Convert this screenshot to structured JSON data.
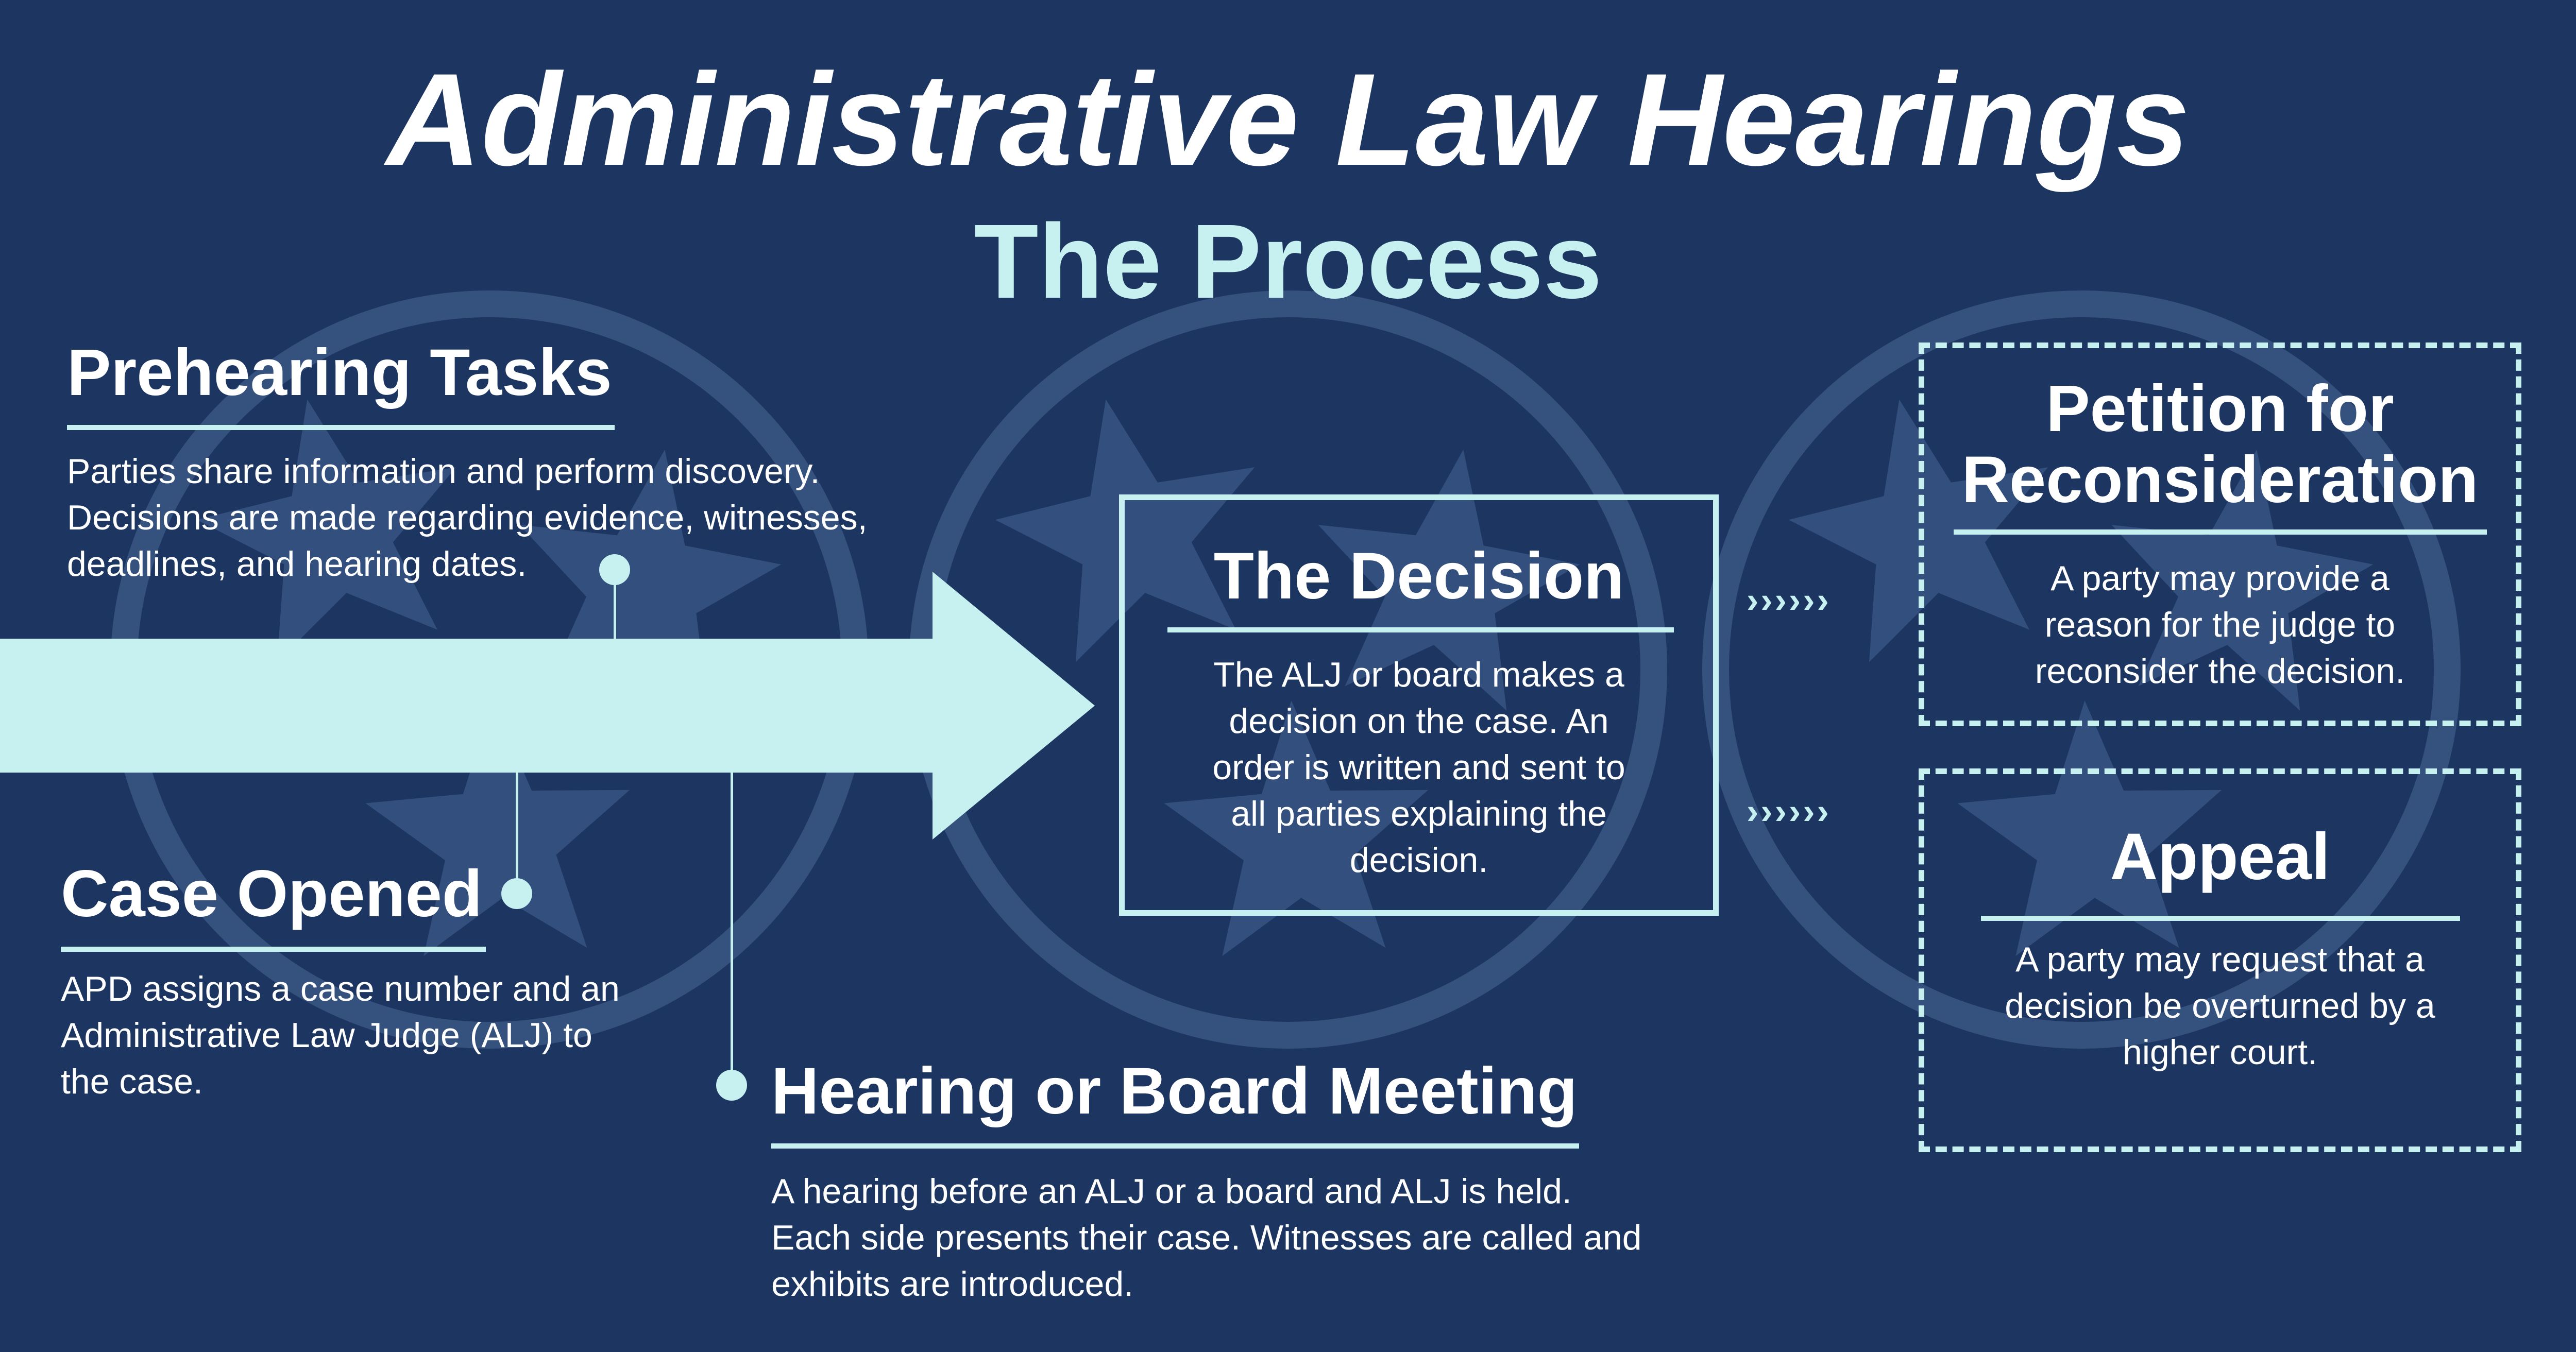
{
  "title": "Administrative Law Hearings",
  "subtitle": "The Process",
  "colors": {
    "background": "#1d3561",
    "accent": "#c7f0f0",
    "watermark": "#3a5684"
  },
  "steps": {
    "prehearing": {
      "heading": "Prehearing Tasks",
      "lines": [
        "Parties share information and perform discovery.",
        "Decisions are made regarding evidence, witnesses,",
        "deadlines, and hearing dates."
      ]
    },
    "case_opened": {
      "heading": "Case Opened",
      "lines": [
        "APD assigns a case number and an",
        "Administrative Law Judge (ALJ) to",
        "the case."
      ]
    },
    "hearing": {
      "heading": "Hearing or Board Meeting",
      "lines": [
        "A hearing before an ALJ or a board and ALJ is held.",
        "Each side presents their case. Witnesses are called and",
        "exhibits are introduced."
      ]
    },
    "decision": {
      "heading": "The Decision",
      "lines": [
        "The ALJ or board makes a",
        "decision on the case. An",
        "order is written and sent to",
        "all parties explaining the",
        "decision."
      ]
    },
    "petition": {
      "heading_lines": [
        "Petition for",
        "Reconsideration"
      ],
      "lines": [
        "A party may provide a",
        "reason for the judge to",
        "reconsider the decision."
      ]
    },
    "appeal": {
      "heading": "Appeal",
      "lines": [
        "A party may request that a",
        "decision be overturned by a",
        "higher court."
      ]
    }
  },
  "connectors": {
    "to_petition": "››››››",
    "to_appeal": "››››››"
  }
}
